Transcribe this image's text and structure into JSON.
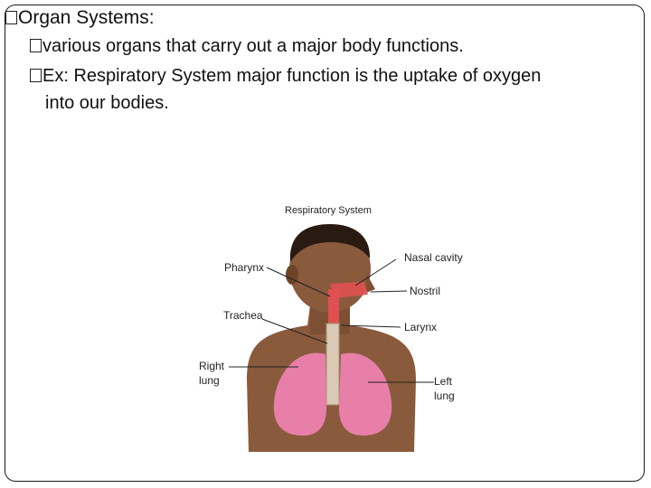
{
  "slide": {
    "bullets": [
      {
        "text": "Organ Systems:"
      },
      {
        "text": "various organs that carry out a major body functions."
      },
      {
        "text": "Ex: Respiratory System major function is the uptake of oxygen"
      },
      {
        "text": "into our bodies."
      }
    ]
  },
  "figure": {
    "title": "Respiratory System",
    "labels": {
      "nasal_cavity": "Nasal cavity",
      "pharynx": "Pharynx",
      "nostril": "Nostril",
      "trachea": "Trachea",
      "larynx": "Larynx",
      "right_lung_1": "Right",
      "right_lung_2": "lung",
      "left_lung_1": "Left",
      "left_lung_2": "lung"
    }
  },
  "colors": {
    "skin": "#8a5a3c",
    "skin_dark": "#5e3a24",
    "lung": "#e77fa8",
    "airway": "#e05050"
  }
}
